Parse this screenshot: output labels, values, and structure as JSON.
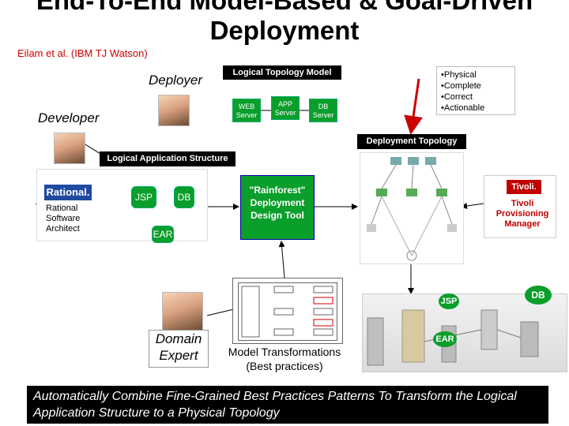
{
  "title": "End-To-End Model-Based & Goal-Driven Deployment",
  "subtitle": "Eilam et al. (IBM TJ Watson)",
  "roles": {
    "deployer": "Deployer",
    "developer": "Developer",
    "domain_expert": "Domain Expert"
  },
  "logical_topology": {
    "label": "Logical Topology Model",
    "servers": [
      "WEB Server",
      "APP Server",
      "DB Server"
    ]
  },
  "goals": [
    "•Physical",
    "•Complete",
    "•Correct",
    "•Actionable"
  ],
  "deployment_topology_label": "Deployment Topology",
  "logical_app_structure_label": "Logical Application Structure",
  "rational": {
    "logo": "Rational.",
    "product": "Rational Software Architect"
  },
  "components": {
    "jsp": "JSP",
    "db": "DB",
    "ear": "EAR"
  },
  "rainforest": "\"Rainforest\" Deployment Design Tool",
  "tivoli": {
    "logo": "Tivoli.",
    "product": "Tivoli Provisioning Manager"
  },
  "model_transformations": "Model Transformations (Best practices)",
  "physical_labels": {
    "jsp": "JSP",
    "db": "DB",
    "ear": "EAR"
  },
  "banner": "Automatically Combine Fine-Grained Best Practices Patterns To Transform the Logical Application Structure to a Physical Topology",
  "colors": {
    "green": "#0a9e2a",
    "red": "#cc0000",
    "black": "#000000"
  }
}
